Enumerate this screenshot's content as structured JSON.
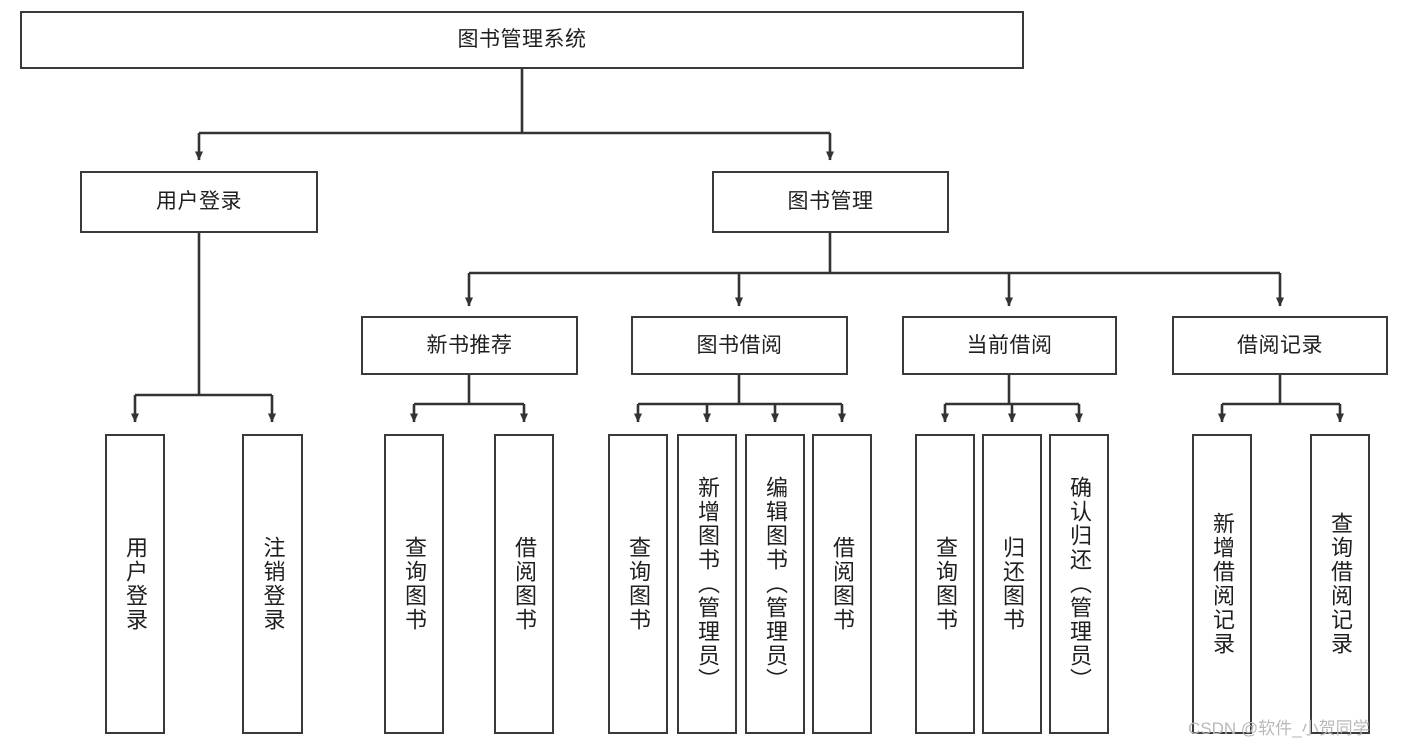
{
  "diagram": {
    "title": "图书管理系统",
    "type": "tree-hierarchy-diagram",
    "colors": {
      "box_border": "#3a3a3a",
      "box_fill": "#ffffff",
      "edge": "#333333",
      "text": "#1f1f1f",
      "watermark": "#b9b9b9",
      "background": "#ffffff"
    },
    "watermark": "CSDN @软件_小贺同学",
    "nodes": {
      "root": {
        "label": "图书管理系统"
      },
      "level2": [
        {
          "id": "user-login",
          "label": "用户登录"
        },
        {
          "id": "book-management",
          "label": "图书管理"
        }
      ],
      "level3": [
        {
          "id": "new-book-recommend",
          "label": "新书推荐"
        },
        {
          "id": "book-borrow",
          "label": "图书借阅"
        },
        {
          "id": "current-borrow",
          "label": "当前借阅"
        },
        {
          "id": "borrow-record",
          "label": "借阅记录"
        }
      ],
      "leaves": {
        "user-login": [
          {
            "id": "leaf-user-login",
            "label": "用户登录"
          },
          {
            "id": "leaf-user-logout",
            "label": "注销登录"
          }
        ],
        "new-book-recommend": [
          {
            "id": "leaf-query-book-1",
            "label": "查询图书"
          },
          {
            "id": "leaf-borrow-book-1",
            "label": "借阅图书"
          }
        ],
        "book-borrow": [
          {
            "id": "leaf-query-book-2",
            "label": "查询图书"
          },
          {
            "id": "leaf-add-book",
            "label": "新增图书（管理员）"
          },
          {
            "id": "leaf-edit-book",
            "label": "编辑图书（管理员）"
          },
          {
            "id": "leaf-borrow-book-2",
            "label": "借阅图书"
          }
        ],
        "current-borrow": [
          {
            "id": "leaf-query-book-3",
            "label": "查询图书"
          },
          {
            "id": "leaf-return-book",
            "label": "归还图书"
          },
          {
            "id": "leaf-confirm-return",
            "label": "确认归还（管理员）"
          }
        ],
        "borrow-record": [
          {
            "id": "leaf-add-record",
            "label": "新增借阅记录"
          },
          {
            "id": "leaf-query-record",
            "label": "查询借阅记录"
          }
        ]
      }
    }
  }
}
